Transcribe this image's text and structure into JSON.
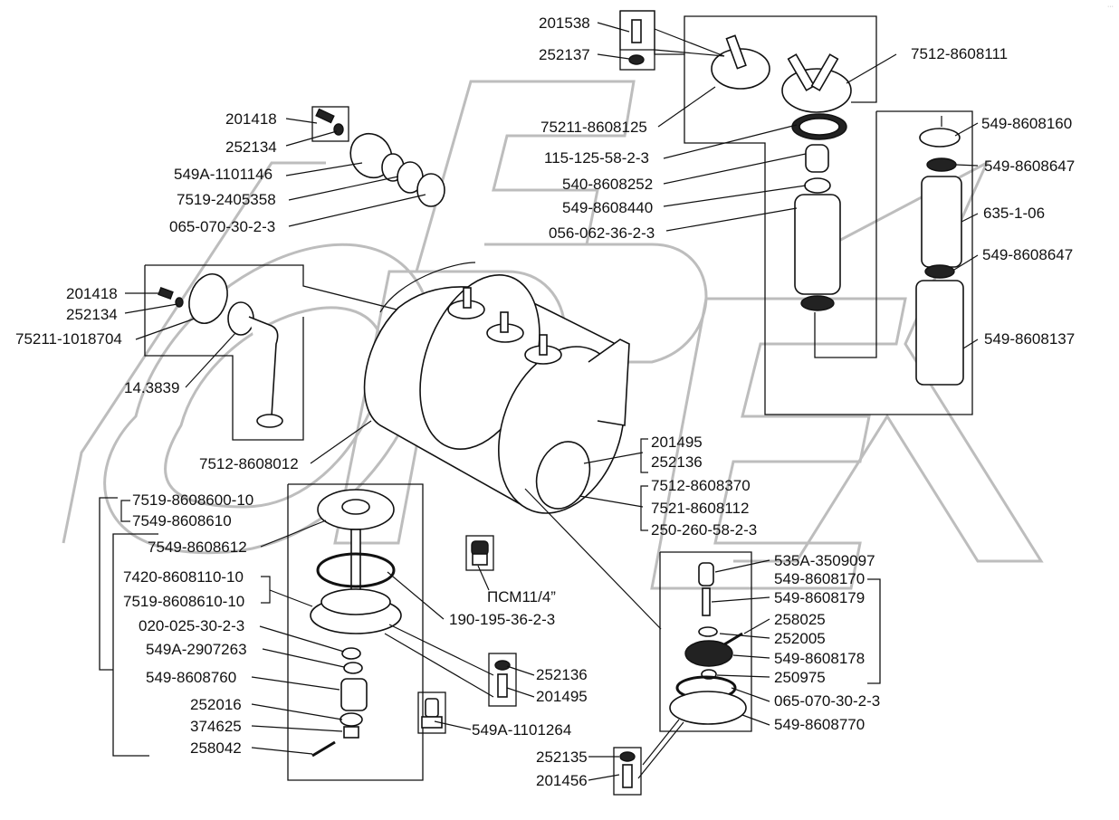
{
  "watermark": "OPEX",
  "corner_mark": "···",
  "labels": {
    "top_center": {
      "l201538": "201538",
      "l252137": "252137",
      "l75211_8608125": "75211-8608125",
      "l115_125": "115-125-58-2-3",
      "l540_8608252": "540-8608252",
      "l549_8608440": "549-8608440",
      "l056_062": "056-062-36-2-3",
      "l7512_8608111": "7512-8608111"
    },
    "top_right": {
      "l549_8608160": "549-8608160",
      "l549_8608647a": "549-8608647",
      "l635_1_06": "635-1-06",
      "l549_8608647b": "549-8608647",
      "l549_8608137": "549-8608137"
    },
    "top_left": {
      "l201418": "201418",
      "l252134": "252134",
      "l549A_1101146": "549A-1101146",
      "l7519_2405358": "7519-2405358",
      "l065_070": "065-070-30-2-3"
    },
    "left_mid": {
      "l201418": "201418",
      "l252134": "252134",
      "l75211_1018704": "75211-1018704",
      "l14_3839": "14.3839",
      "l7512_8608012": "7512-8608012"
    },
    "tank": {
      "l201495": "201495",
      "l252136": "252136",
      "l7512_8608370": "7512-8608370",
      "l7521_8608112": "7521-8608112",
      "l250_260": "250-260-58-2-3",
      "plug": "ПСМ11/4”"
    },
    "bottom_left": {
      "l7519_8608600_10": "7519-8608600-10",
      "l7549_8608610": "7549-8608610",
      "l7549_8608612": "7549-8608612",
      "l7420_8608110_10": "7420-8608110-10",
      "l7519_8608610_10": "7519-8608610-10",
      "l020_025": "020-025-30-2-3",
      "l549A_2907263": "549A-2907263",
      "l549_8608760": "549-8608760",
      "l252016": "252016",
      "l374625": "374625",
      "l258042": "258042",
      "l190_195": "190-195-36-2-3",
      "l252136": "252136",
      "l201495": "201495",
      "l549A_1101264": "549A-1101264"
    },
    "bottom_right": {
      "l535A_3509097": "535A-3509097",
      "l549_8608170": "549-8608170",
      "l549_8608179": "549-8608179",
      "l258025": "258025",
      "l252005": "252005",
      "l549_8608178": "549-8608178",
      "l250975": "250975",
      "l065_070": "065-070-30-2-3",
      "l549_8608770": "549-8608770",
      "l252135": "252135",
      "l201456": "201456"
    }
  }
}
